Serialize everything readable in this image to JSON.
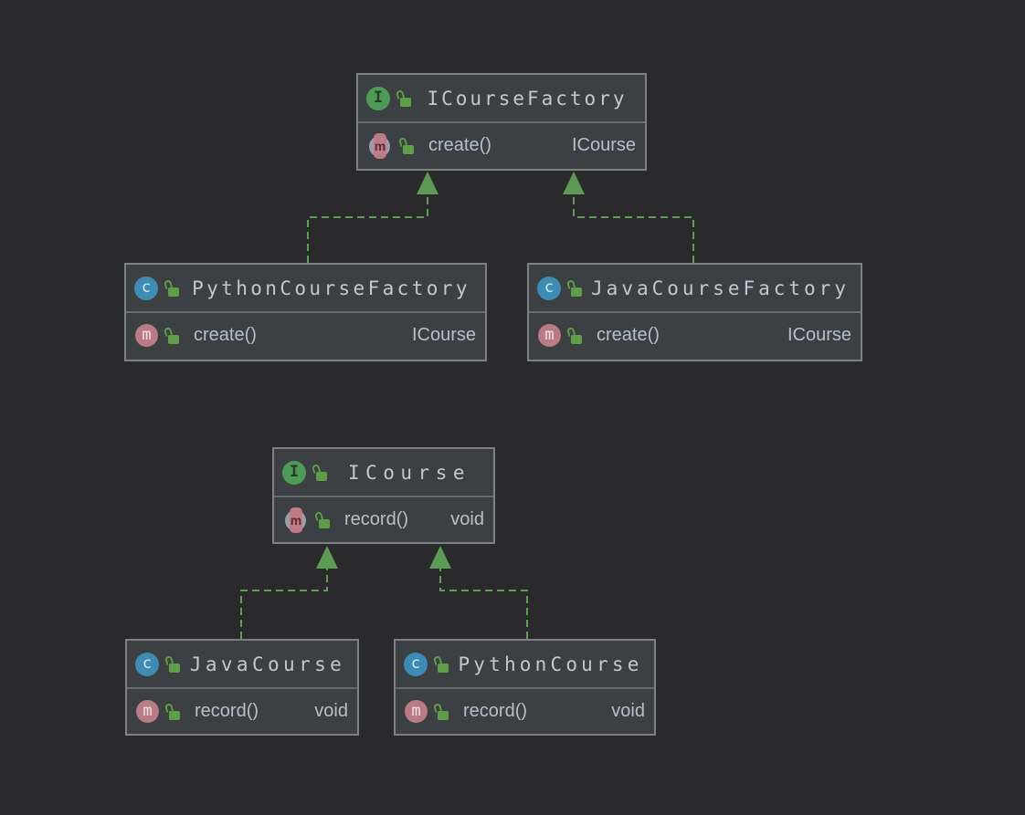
{
  "diagram": {
    "type": "uml-class-diagram",
    "background_color": "#2a2a2c",
    "node_fill_color": "#3d4043",
    "node_border_color": "#7e8082",
    "edge_color": "#5f9e56",
    "title_text_color": "#bec9d4",
    "member_text_color": "#b3c0cc"
  },
  "icons": {
    "interface_glyph": "I",
    "class_glyph": "c",
    "method_glyph": "m",
    "interface_icon_color": "#4d9b57",
    "class_icon_color": "#3e8cb4",
    "method_icon_color": "#b97c85",
    "unlocked_icon_color": "#5f9e48"
  },
  "nodes": {
    "icoursefactory": {
      "kind": "interface",
      "title": "ICourseFactory",
      "member": {
        "name": "create()",
        "type": "ICourse",
        "abstract": "true"
      }
    },
    "pythoncoursefactory": {
      "kind": "class",
      "title": "PythonCourseFactory",
      "member": {
        "name": "create()",
        "type": "ICourse",
        "abstract": "false"
      }
    },
    "javacoursefactory": {
      "kind": "class",
      "title": "JavaCourseFactory",
      "member": {
        "name": "create()",
        "type": "ICourse",
        "abstract": "false"
      }
    },
    "icourse": {
      "kind": "interface",
      "title": "ICourse",
      "member": {
        "name": "record()",
        "type": "void",
        "abstract": "true"
      }
    },
    "javacourse": {
      "kind": "class",
      "title": "JavaCourse",
      "member": {
        "name": "record()",
        "type": "void",
        "abstract": "false"
      }
    },
    "pythoncourse": {
      "kind": "class",
      "title": "PythonCourse",
      "member": {
        "name": "record()",
        "type": "void",
        "abstract": "false"
      }
    }
  },
  "edges": [
    {
      "from": "PythonCourseFactory",
      "to": "ICourseFactory",
      "relation": "implements"
    },
    {
      "from": "JavaCourseFactory",
      "to": "ICourseFactory",
      "relation": "implements"
    },
    {
      "from": "JavaCourse",
      "to": "ICourse",
      "relation": "implements"
    },
    {
      "from": "PythonCourse",
      "to": "ICourse",
      "relation": "implements"
    }
  ]
}
